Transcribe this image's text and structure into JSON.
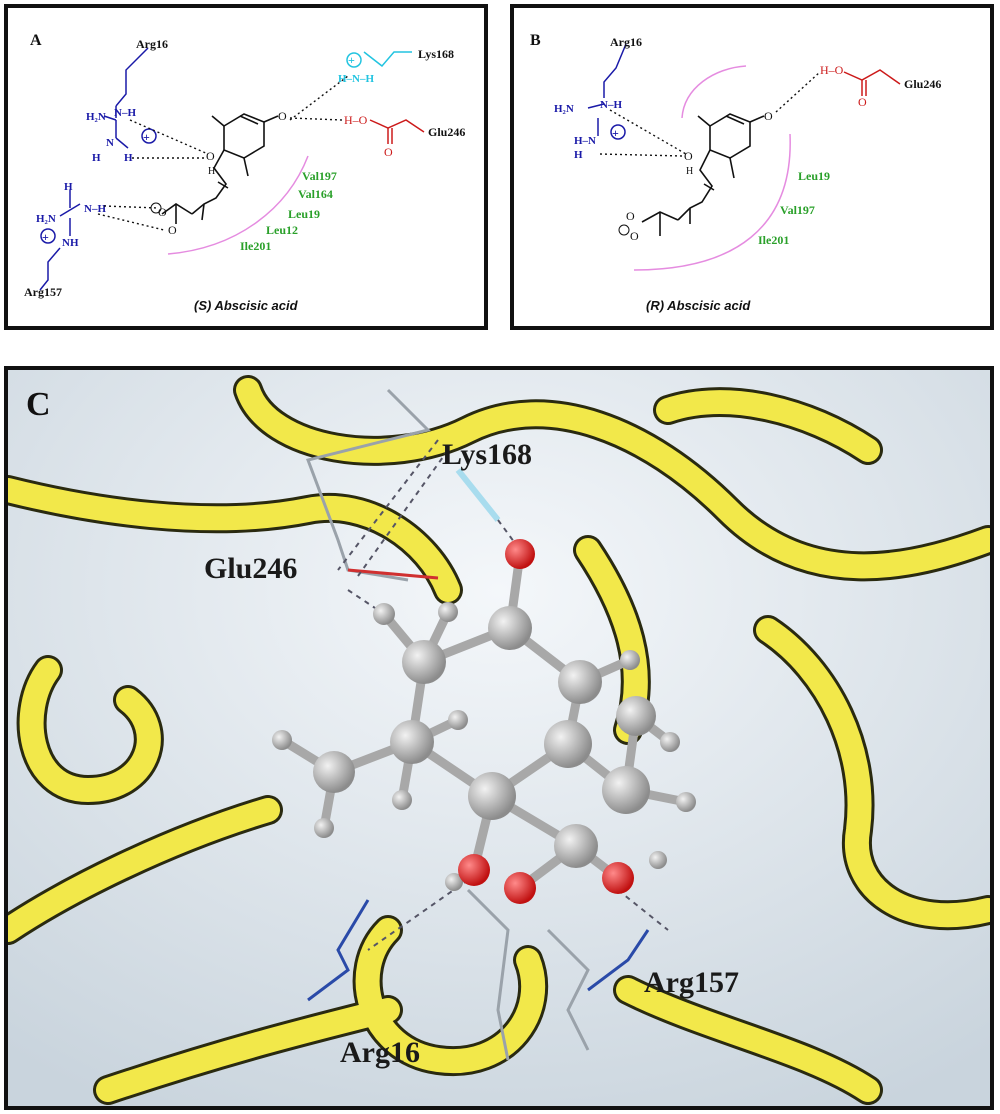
{
  "panel_a": {
    "letter": "A",
    "caption": "(S) Abscisic acid",
    "residues": {
      "arg16": "Arg16",
      "lys168": "Lys168",
      "glu246": "Glu246",
      "arg157": "Arg157",
      "val197": "Val197",
      "val164": "Val164",
      "leu19": "Leu19",
      "leu12": "Leu12",
      "ile201": "Ile201"
    },
    "atoms": {
      "h2n": "H₂N",
      "nh": "N–H",
      "h_lower": "H",
      "o_ring": "O",
      "o_keto": "O",
      "h_oh": "H",
      "glu_ho": "H–O",
      "glu_o": "O"
    }
  },
  "panel_b": {
    "letter": "B",
    "caption": "(R) Abscisic acid",
    "residues": {
      "arg16": "Arg16",
      "glu246": "Glu246",
      "leu19": "Leu19",
      "val197": "Val197",
      "ile201": "Ile201"
    }
  },
  "panel_c": {
    "letter": "C",
    "residues": {
      "lys168": "Lys168",
      "glu246": "Glu246",
      "arg157": "Arg157",
      "arg16": "Arg16"
    }
  },
  "colors": {
    "arginine": "#1a1aa8",
    "lysine": "#22c4e0",
    "glutamate": "#cc1a1a",
    "hydrophobic": "#2aa02a",
    "pocket_arc": "#e58ce0",
    "ribbon": "#f2e84a",
    "carbon": "#b9b9b9",
    "oxygen": "#e02525"
  }
}
